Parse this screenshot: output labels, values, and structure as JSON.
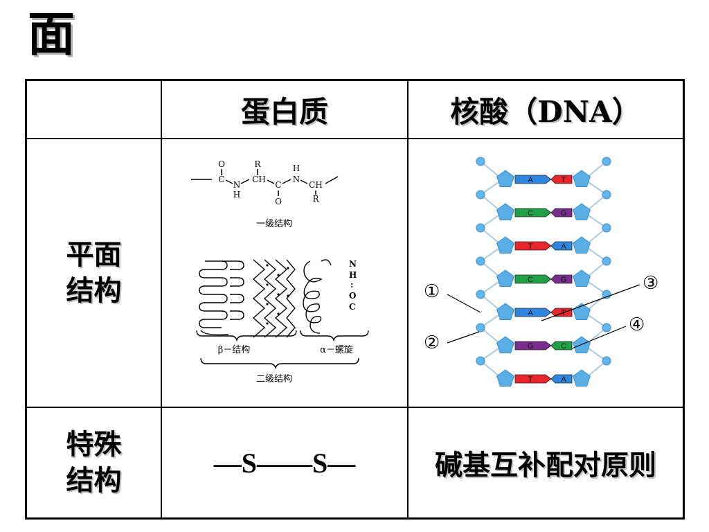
{
  "slide": {
    "title": "面"
  },
  "table": {
    "headers": [
      "",
      "蛋白质",
      "核酸（DNA）"
    ],
    "rows": [
      {
        "label_lines": [
          "平面",
          "结构"
        ],
        "protein": {
          "primary": {
            "atoms_top": [
              "O",
              "R",
              "H"
            ],
            "atoms_mid": [
              "C",
              "N",
              "CH",
              "C",
              "N",
              "CH"
            ],
            "atoms_bottom": [
              "H",
              "O",
              "R"
            ],
            "caption": "一级结构"
          },
          "secondary": {
            "beta_label": "β－结构",
            "alpha_label": "α－螺旋",
            "bond_letters": [
              "N",
              "H",
              ":",
              "O",
              "C"
            ],
            "caption": "二级结构"
          }
        },
        "dna": {
          "base_pairs": [
            [
              "A",
              "T"
            ],
            [
              "C",
              "G"
            ],
            [
              "T",
              "A"
            ],
            [
              "C",
              "G"
            ],
            [
              "A",
              "T"
            ],
            [
              "G",
              "C"
            ],
            [
              "T",
              "A"
            ]
          ],
          "markers": [
            "①",
            "②",
            "③",
            "④"
          ],
          "colors": {
            "A": "#2e86de",
            "T": "#e8262b",
            "C": "#1fa049",
            "G": "#7b2d8e",
            "sugar": "#5aaee6",
            "phosphate": "#64b5ec",
            "backbone": "#a9cbe3"
          }
        }
      },
      {
        "label_lines": [
          "特殊",
          "结构"
        ],
        "protein_text": "—S——S—",
        "dna_text": "碱基互补配对原则"
      }
    ]
  }
}
